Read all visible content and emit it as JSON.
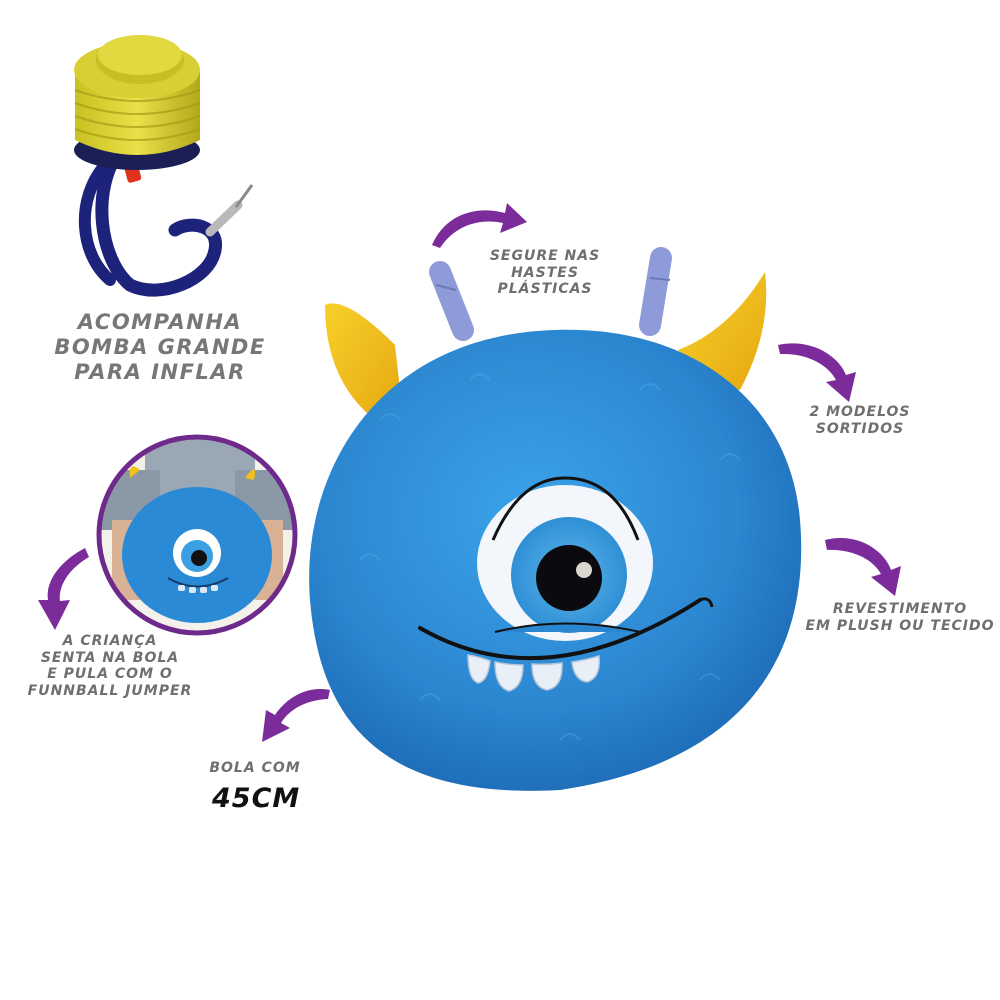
{
  "product": {
    "name": "Funnball Jumper",
    "type": "plush monster hopper ball",
    "colors": {
      "body": "#2f8fd6",
      "horns": "#f2c11a",
      "handles": "#8e9bd8",
      "arrows": "#7b2c9a",
      "text": "#6f6f6f"
    }
  },
  "pump_caption": {
    "lines": [
      "ACOMPANHA",
      "BOMBA GRANDE",
      "PARA INFLAR"
    ]
  },
  "callouts": {
    "handles": {
      "lines": [
        "SEGURE NAS",
        "HASTES",
        "PLÁSTICAS"
      ],
      "icon": "curved-arrow-icon"
    },
    "models": {
      "lines": [
        "2 MODELOS",
        "SORTIDOS"
      ],
      "icon": "curved-arrow-icon"
    },
    "coating": {
      "lines": [
        "REVESTIMENTO",
        "EM PLUSH OU TECIDO"
      ],
      "icon": "curved-arrow-icon"
    },
    "usage": {
      "lines": [
        "A CRIANÇA",
        "SENTA NA BOLA",
        "E PULA COM O",
        "FUNNBALL JUMPER"
      ],
      "icon": "curved-arrow-icon"
    },
    "size": {
      "label": "BOLA COM",
      "value": "45CM",
      "icon": "curved-arrow-icon"
    }
  }
}
